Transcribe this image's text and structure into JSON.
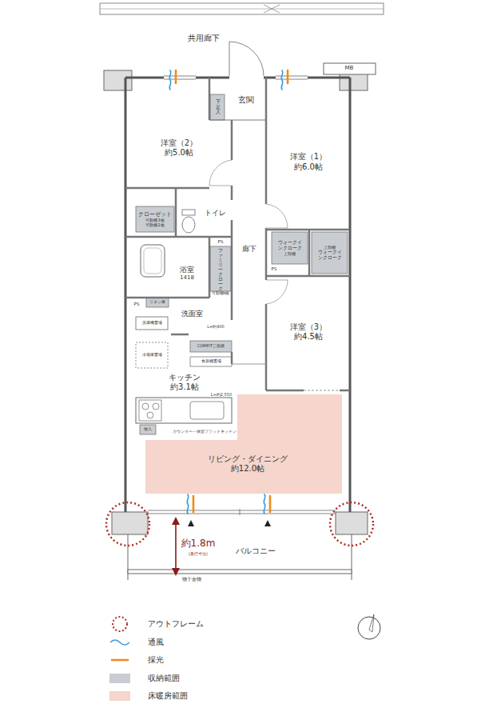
{
  "diagram": {
    "nodes": [
      {
        "text": [
          "洋室（2）",
          "約5.0帖"
        ]
      },
      {
        "text": [
          "玄関"
        ]
      },
      {
        "text": [
          "下足入"
        ],
        "in": 1
      },
      {
        "text": [
          "洋室（1）",
          "約6.0帖"
        ]
      },
      {
        "text": [
          "クローゼット",
          "可動棚3枚",
          "可動棚2枚"
        ]
      },
      {
        "text": [
          "トイレ"
        ]
      },
      {
        "text": [
          "廊下"
        ]
      },
      {
        "text": [
          "ウォークインクローク",
          "上部棚"
        ]
      },
      {
        "text": [
          "上部棚",
          "ウォークインクローク"
        ]
      },
      {
        "text": [
          "浴室",
          "1418"
        ]
      },
      {
        "text": [
          "ファミリークローク",
          "可動棚4枚"
        ]
      },
      {
        "text": [
          "洋室（3）",
          "約4.5帖"
        ]
      },
      {
        "text": [
          "洗面室"
        ]
      },
      {
        "text": [
          "キッチン",
          "約3.1帖"
        ]
      },
      {
        "text": [
          "リビング・ダイニング",
          "約12.0帖"
        ]
      },
      {
        "text": [
          "バルコニー"
        ]
      }
    ],
    "labels": [
      "共用廊下",
      "MB",
      "PS",
      "PS",
      "PS",
      "リネン庫",
      "洗濯機置場",
      "L=約900",
      "COMFIT三面鏡",
      "冷蔵庫置場",
      "食器棚置場",
      "L=約2,550",
      "物入",
      "カウンター一体型フラットキッチン",
      "約1.8m",
      "(奥行寸法)",
      "物干金物"
    ],
    "legend": [
      {
        "text": "アウトフレーム"
      },
      {
        "text": "通風"
      },
      {
        "text": "採光"
      },
      {
        "text": "収納範囲",
        "color": "#c9cdd1"
      },
      {
        "text": "床暖房範囲",
        "color": "#f5d5cc"
      }
    ]
  }
}
